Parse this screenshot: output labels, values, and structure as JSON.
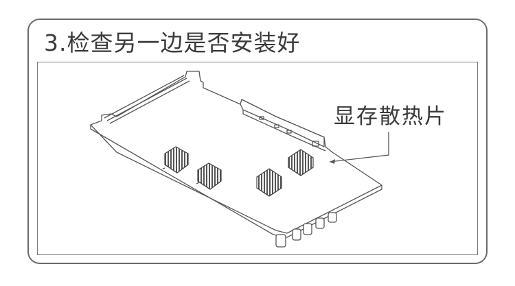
{
  "step": {
    "title": "3.检查另一边是否安装好"
  },
  "diagram": {
    "callout_label": "显存散热片",
    "icons": [
      "graphics-card",
      "heatsink",
      "heatsink",
      "heatsink",
      "heatsink"
    ]
  }
}
